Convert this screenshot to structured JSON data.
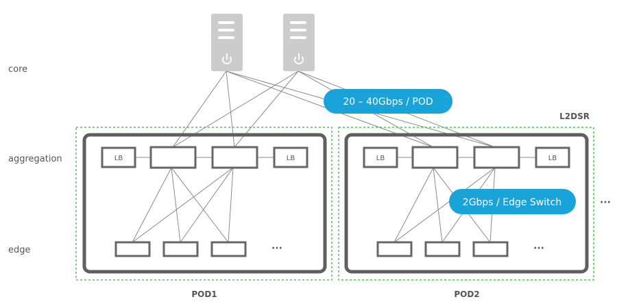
{
  "row_labels": {
    "core": "core",
    "aggregation": "aggregation",
    "edge": "edge"
  },
  "bandwidth_callouts": {
    "pod_uplink": "20 – 40Gbps / POD",
    "edge_uplink": "2Gbps / Edge Switch"
  },
  "l2dsr_label": "L2DSR",
  "pods": [
    {
      "name": "POD1",
      "lb_left": "LB",
      "lb_right": "LB",
      "ellipsis": "···"
    },
    {
      "name": "POD2",
      "lb_left": "LB",
      "lb_right": "LB",
      "ellipsis": "···"
    }
  ],
  "more_pods": "···",
  "colors": {
    "server": "#cccccc",
    "server_icon": "#ffffff",
    "pod_border": "#5f5f5f",
    "switch_border": "#666666",
    "link": "#888888",
    "text": "#555555",
    "l2dsr_dash": "#44cc44",
    "callout": "#1aa3d9",
    "callout_text": "#ffffff"
  }
}
